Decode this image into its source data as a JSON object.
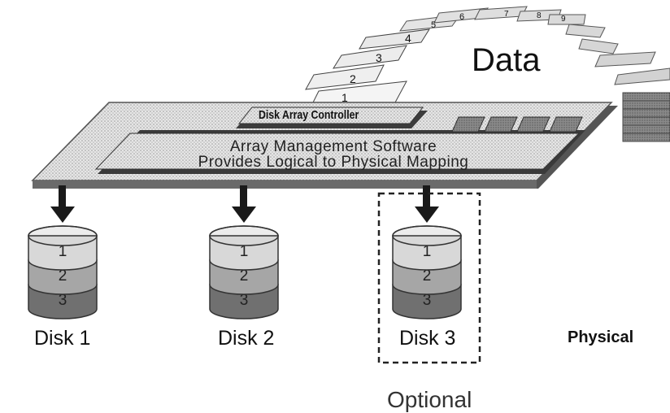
{
  "title_data": "Data",
  "controller_label": "Disk Array Controller",
  "software_line1": "Array Management Software",
  "software_line2": "Provides Logical to Physical Mapping",
  "disks": [
    {
      "name": "Disk 1",
      "segments": [
        "1",
        "2",
        "3"
      ]
    },
    {
      "name": "Disk 2",
      "segments": [
        "1",
        "2",
        "3"
      ]
    },
    {
      "name": "Disk 3",
      "segments": [
        "1",
        "2",
        "3"
      ]
    }
  ],
  "physical_label": "Physical",
  "optional_label": "Optional",
  "data_pages": [
    "1",
    "2",
    "3",
    "4",
    "5",
    "6",
    "7",
    "8",
    "9"
  ],
  "colors": {
    "board": "#d2d2d2",
    "board_dark": "#7a7a7a",
    "seg1": "#d8d8d8",
    "seg2": "#a6a6a6",
    "seg3": "#707070",
    "arrow": "#1a1a1a"
  }
}
